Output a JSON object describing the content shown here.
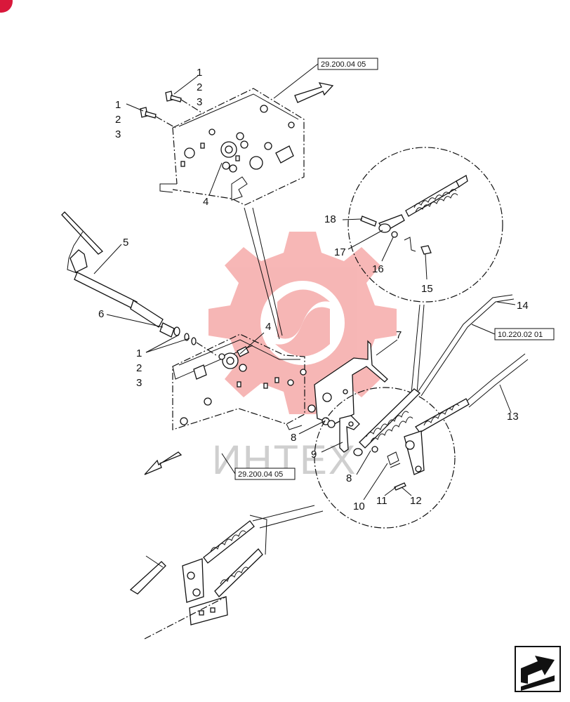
{
  "refs": {
    "top_frame": "29.200.04 05",
    "bottom_frame": "29.200.04 05",
    "cable": "10.220.02 01"
  },
  "callouts": {
    "c1a": "1",
    "c2a": "2",
    "c3a": "3",
    "c1b": "1",
    "c2b": "2",
    "c3b": "3",
    "c4a": "4",
    "c5": "5",
    "c18": "18",
    "c17": "17",
    "c16": "16",
    "c15": "15",
    "c6": "6",
    "c1c": "1",
    "c2c": "2",
    "c3c": "3",
    "c4b": "4",
    "c7": "7",
    "c14": "14",
    "c13": "13",
    "c8a": "8",
    "c9": "9",
    "c8b": "8",
    "c10": "10",
    "c11": "11",
    "c12": "12"
  },
  "watermark": {
    "text": "ИНТЕХ",
    "color": "#e8312f"
  },
  "icons": {
    "corner_badge": "red-circle-badge",
    "next_page": "next-page-arrow-icon"
  }
}
